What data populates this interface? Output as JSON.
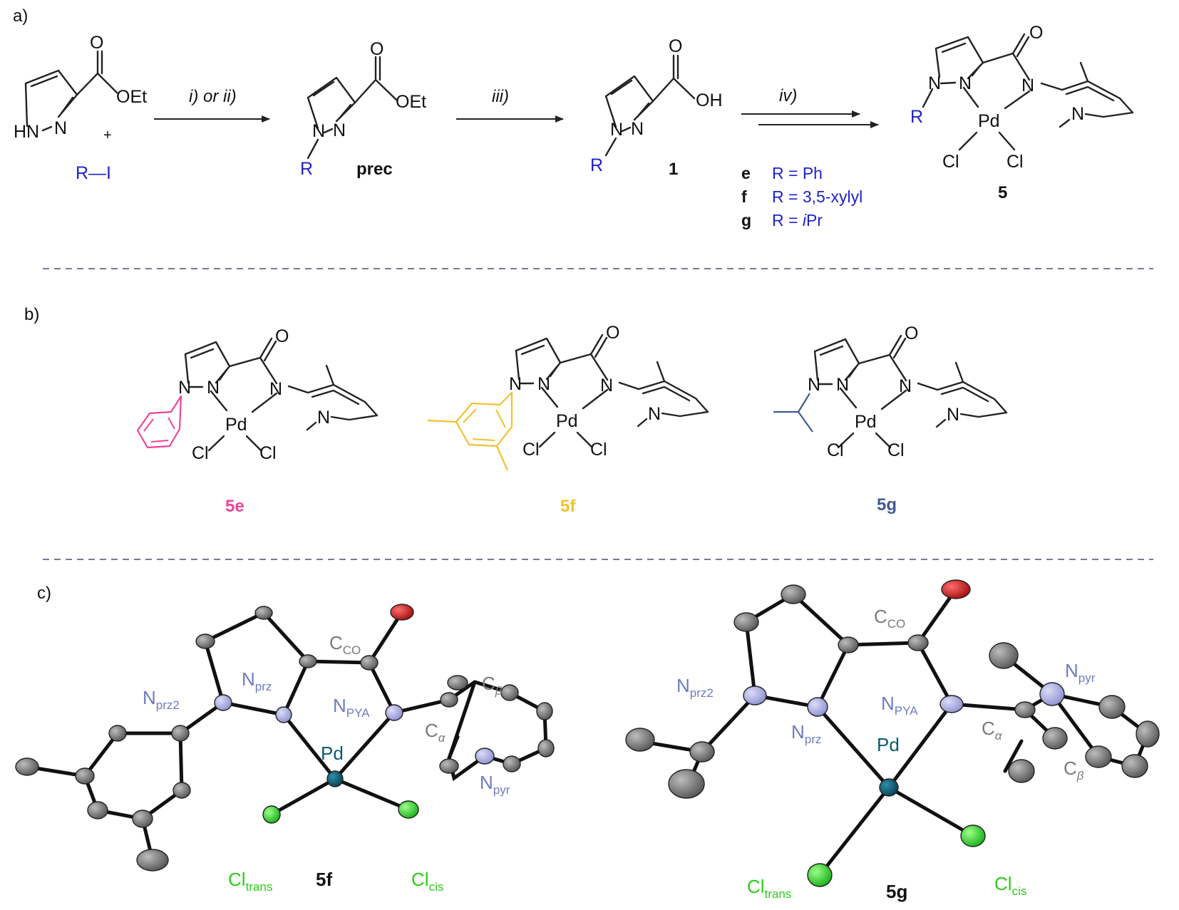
{
  "panels": {
    "a": "a)",
    "b": "b)",
    "c": "c)"
  },
  "scheme_a": {
    "reactant_atoms": {
      "o": "O",
      "oet": "OEt",
      "hn": "HN",
      "n": "N",
      "plus": "+"
    },
    "reagent": "R—I",
    "arrow1": "i) or ii)",
    "arrow2": "iii)",
    "arrow3": "iv)",
    "prec": {
      "o": "O",
      "oet": "OEt",
      "n1": "N",
      "n2": "N",
      "r": "R",
      "label": "prec"
    },
    "acid": {
      "o": "O",
      "oh": "OH",
      "n1": "N",
      "n2": "N",
      "r": "R",
      "label": "1"
    },
    "product": {
      "o": "O",
      "n1": "N",
      "n2": "N",
      "n3": "N",
      "n4": "N",
      "r": "R",
      "pd": "Pd",
      "cl1": "Cl",
      "cl2": "Cl",
      "label": "5"
    },
    "legend": [
      {
        "key": "e",
        "value": "R = Ph"
      },
      {
        "key": "f",
        "value": "R = 3,5-xylyl"
      },
      {
        "key": "g",
        "value": "R = iPr",
        "italic_part": "i"
      }
    ],
    "colors": {
      "r_group": "#1f23c8"
    }
  },
  "panel_b": {
    "complexes": [
      {
        "label": "5e",
        "color": "#f0439a"
      },
      {
        "label": "5f",
        "color": "#f2c12e"
      },
      {
        "label": "5g",
        "color": "#3f5b94"
      }
    ],
    "atoms": {
      "o": "O",
      "n": "N",
      "pd": "Pd",
      "cl": "Cl"
    }
  },
  "panel_c": {
    "structures": [
      {
        "label": "5f",
        "atom_labels": {
          "n_prz2": [
            "N",
            "prz2"
          ],
          "n_prz": [
            "N",
            "prz"
          ],
          "c_co": [
            "C",
            "CO"
          ],
          "n_pya": [
            "N",
            "PYA"
          ],
          "c_beta": [
            "C",
            "β"
          ],
          "c_alpha": [
            "C",
            "α"
          ],
          "n_pyr": [
            "N",
            "pyr"
          ],
          "pd": "Pd",
          "cl_trans": [
            "Cl",
            "trans"
          ],
          "cl_cis": [
            "Cl",
            "cis"
          ]
        }
      },
      {
        "label": "5g",
        "atom_labels": {
          "n_prz2": [
            "N",
            "prz2"
          ],
          "n_prz": [
            "N",
            "prz"
          ],
          "c_co": [
            "C",
            "CO"
          ],
          "n_pya": [
            "N",
            "PYA"
          ],
          "c_beta": [
            "C",
            "β"
          ],
          "c_alpha": [
            "C",
            "α"
          ],
          "n_pyr": [
            "N",
            "pyr"
          ],
          "pd": "Pd",
          "cl_trans": [
            "Cl",
            "trans"
          ],
          "cl_cis": [
            "Cl",
            "cis"
          ]
        }
      }
    ],
    "atom_colors": {
      "carbon": "#6e6e6e",
      "nitrogen": "#a9acdf",
      "oxygen": "#c01717",
      "palladium": "#0b5b73",
      "chlorine": "#2ee62e"
    }
  }
}
